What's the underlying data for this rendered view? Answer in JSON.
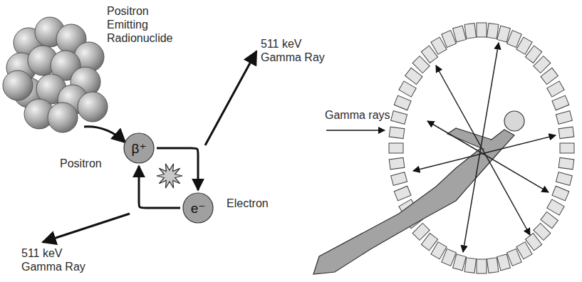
{
  "diagram": {
    "nodes": [
      {
        "text": [
          "β⁺"
        ]
      },
      {
        "text": [
          "e⁻"
        ]
      }
    ],
    "edges": [
      {
        "from": 0,
        "to": 1,
        "arrow": "to"
      },
      {
        "from": 1,
        "to": 0,
        "arrow": "to"
      }
    ],
    "labels": [
      "Positron Emitting Radionuclide",
      "511 keV Gamma Ray",
      "511 keV Gamma Ray",
      "Positron",
      "Electron",
      "Gamma rays"
    ]
  }
}
